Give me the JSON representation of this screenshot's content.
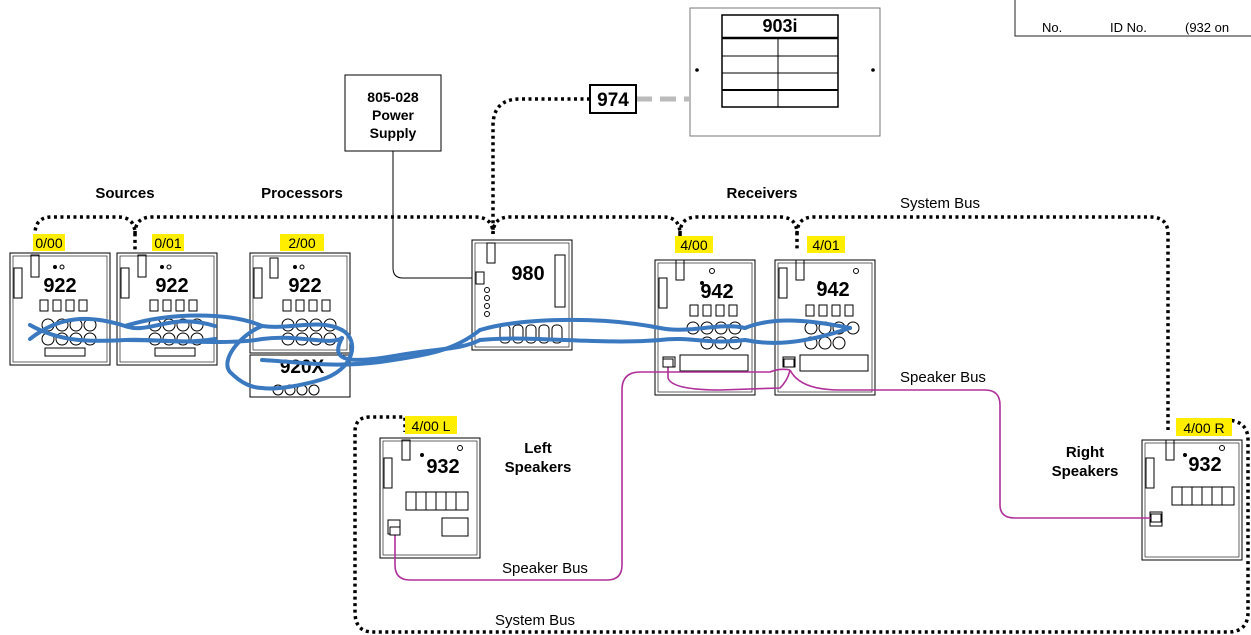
{
  "legend_box": {
    "col1": "No.",
    "col2": "ID No.",
    "col3": "(932 on"
  },
  "labels": {
    "sources": "Sources",
    "processors": "Processors",
    "receivers": "Receivers",
    "system_bus_top": "System Bus",
    "system_bus_bottom": "System Bus",
    "speaker_bus_right": "Speaker Bus",
    "speaker_bus_left": "Speaker Bus",
    "left_speakers_1": "Left",
    "left_speakers_2": "Speakers",
    "right_speakers_1": "Right",
    "right_speakers_2": "Speakers"
  },
  "power_supply": {
    "line1": "805-028",
    "line2": "Power",
    "line3": "Supply"
  },
  "interface_974": "974",
  "panel_903i": "903i",
  "devices": {
    "d922a": {
      "model": "922",
      "id": "0/00"
    },
    "d922b": {
      "model": "922",
      "id": "0/01"
    },
    "d922c": {
      "model": "922",
      "id": "2/00"
    },
    "d920x": {
      "model": "920X"
    },
    "d980": {
      "model": "980"
    },
    "d942a": {
      "model": "942",
      "id": "4/00"
    },
    "d942b": {
      "model": "942",
      "id": "4/01"
    },
    "d932l": {
      "model": "932",
      "id": "4/00 L"
    },
    "d932r": {
      "model": "932",
      "id": "4/00 R"
    }
  },
  "colors": {
    "highlight": "#ffee00",
    "audio_cable": "#3a78c0",
    "speaker_bus": "#b0309a",
    "gray_cable": "#bbbbbb",
    "line": "#000000"
  }
}
